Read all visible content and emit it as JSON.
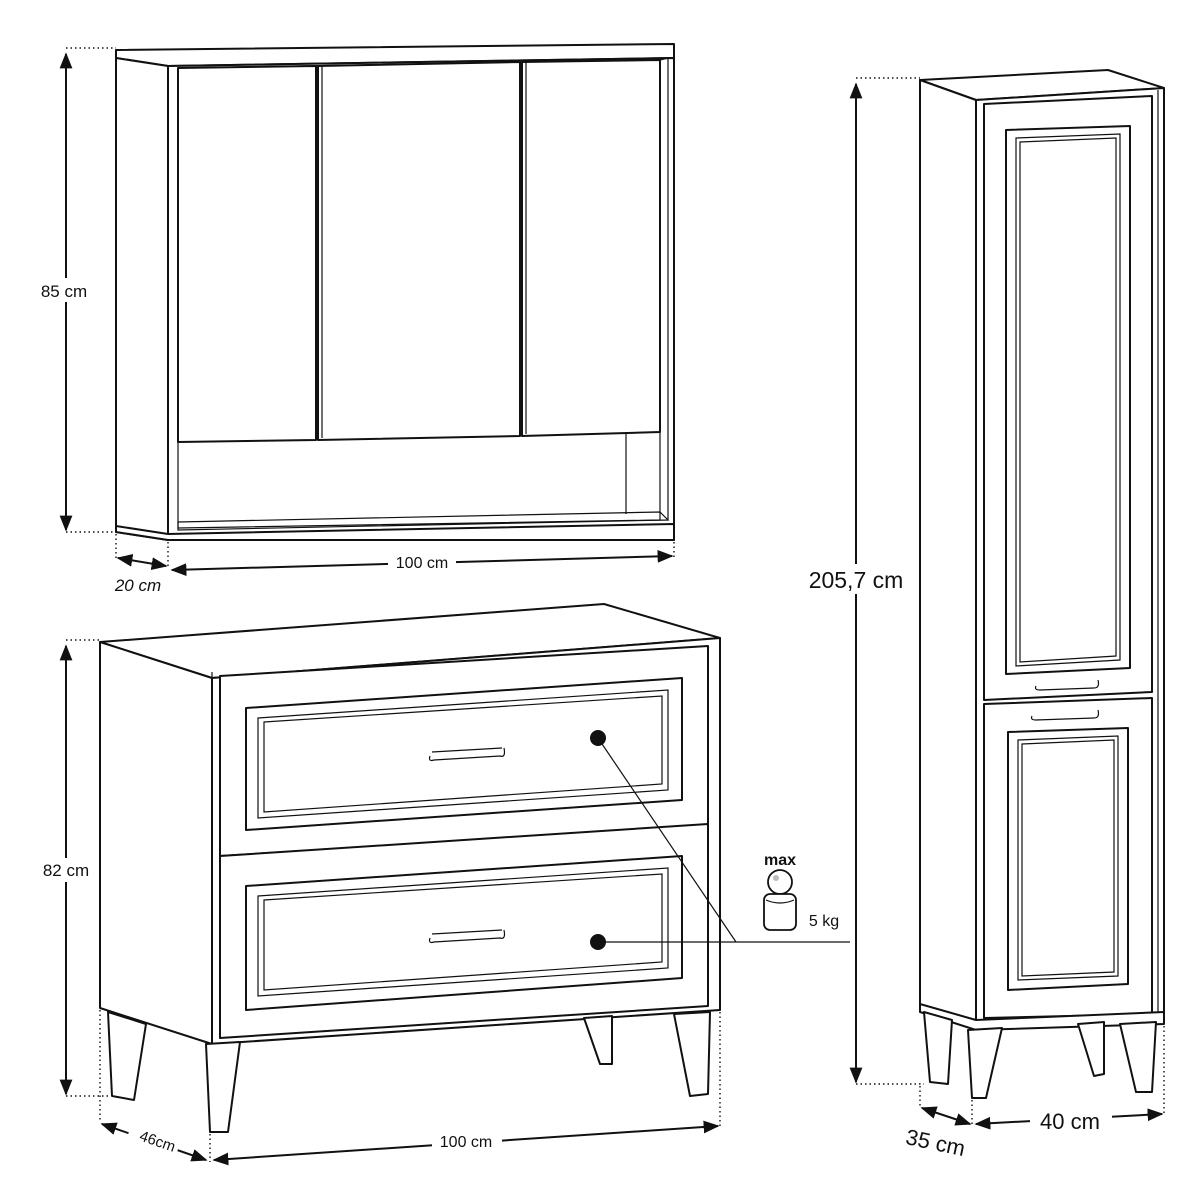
{
  "wall_cabinet": {
    "height_label": "85 cm",
    "depth_label": "20 cm",
    "width_label": "100 cm"
  },
  "dresser": {
    "height_label": "82 cm",
    "depth_label": "46cm",
    "width_label": "100 cm"
  },
  "tall_cabinet": {
    "height_label": "205,7 cm",
    "depth_label": "35 cm",
    "width_label": "40 cm"
  },
  "load_badge": {
    "max_label": "max",
    "weight_label": "5 kg"
  }
}
